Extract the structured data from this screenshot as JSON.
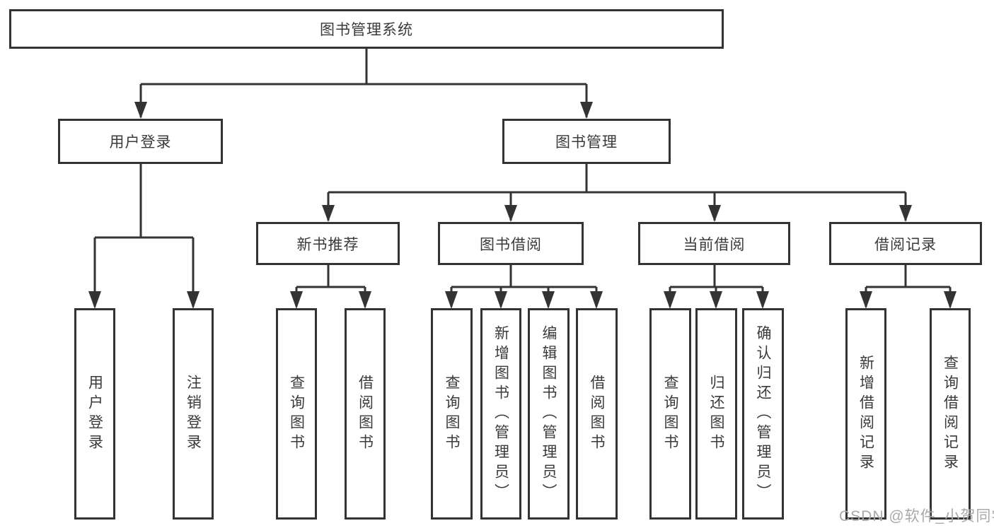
{
  "tree": {
    "label": "图书管理系统",
    "children": [
      {
        "label": "用户登录",
        "children": [
          {
            "label": "用户登录"
          },
          {
            "label": "注销登录"
          }
        ]
      },
      {
        "label": "图书管理",
        "children": [
          {
            "label": "新书推荐",
            "children": [
              {
                "label": "查询图书"
              },
              {
                "label": "借阅图书"
              }
            ]
          },
          {
            "label": "图书借阅",
            "children": [
              {
                "label": "查询图书"
              },
              {
                "label": "新增图书（管理员）"
              },
              {
                "label": "编辑图书（管理员）"
              },
              {
                "label": "借阅图书"
              }
            ]
          },
          {
            "label": "当前借阅",
            "children": [
              {
                "label": "查询图书"
              },
              {
                "label": "归还图书"
              },
              {
                "label": "确认归还（管理员）"
              }
            ]
          },
          {
            "label": "借阅记录",
            "children": [
              {
                "label": "新增借阅记录"
              },
              {
                "label": "查询借阅记录"
              }
            ]
          }
        ]
      }
    ]
  },
  "watermark": "CSDN @软件_小贺同学",
  "colors": {
    "line": "#333333",
    "text": "#3a3a3a",
    "watermark": "#a9a9a9",
    "background": "#ffffff"
  }
}
